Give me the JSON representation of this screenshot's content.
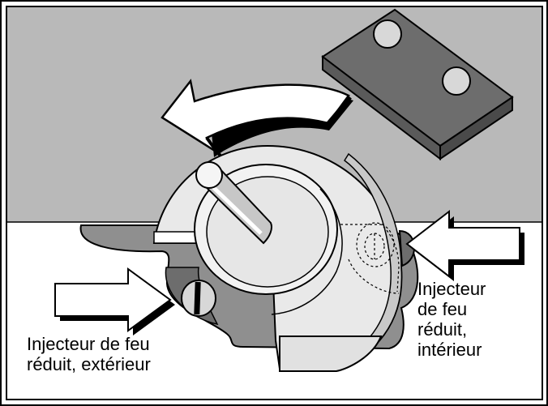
{
  "figure": {
    "colors": {
      "background_gray": "#b9b9b9",
      "metal_dark": "#6d6d6d",
      "metal_light": "#e9e9e9",
      "outline": "#000000",
      "arrow_fill": "#ffffff"
    },
    "icons": {
      "rotation_arrow": "curved-arrow-counterclockwise",
      "pointer_arrow": "block-arrow"
    }
  },
  "labels": {
    "outer_line1": "Injecteur de feu",
    "outer_line2": "réduit, extérieur",
    "inner_line1": "Injecteur",
    "inner_line2": "de feu",
    "inner_line3": "réduit,",
    "inner_line4": "intérieur"
  }
}
